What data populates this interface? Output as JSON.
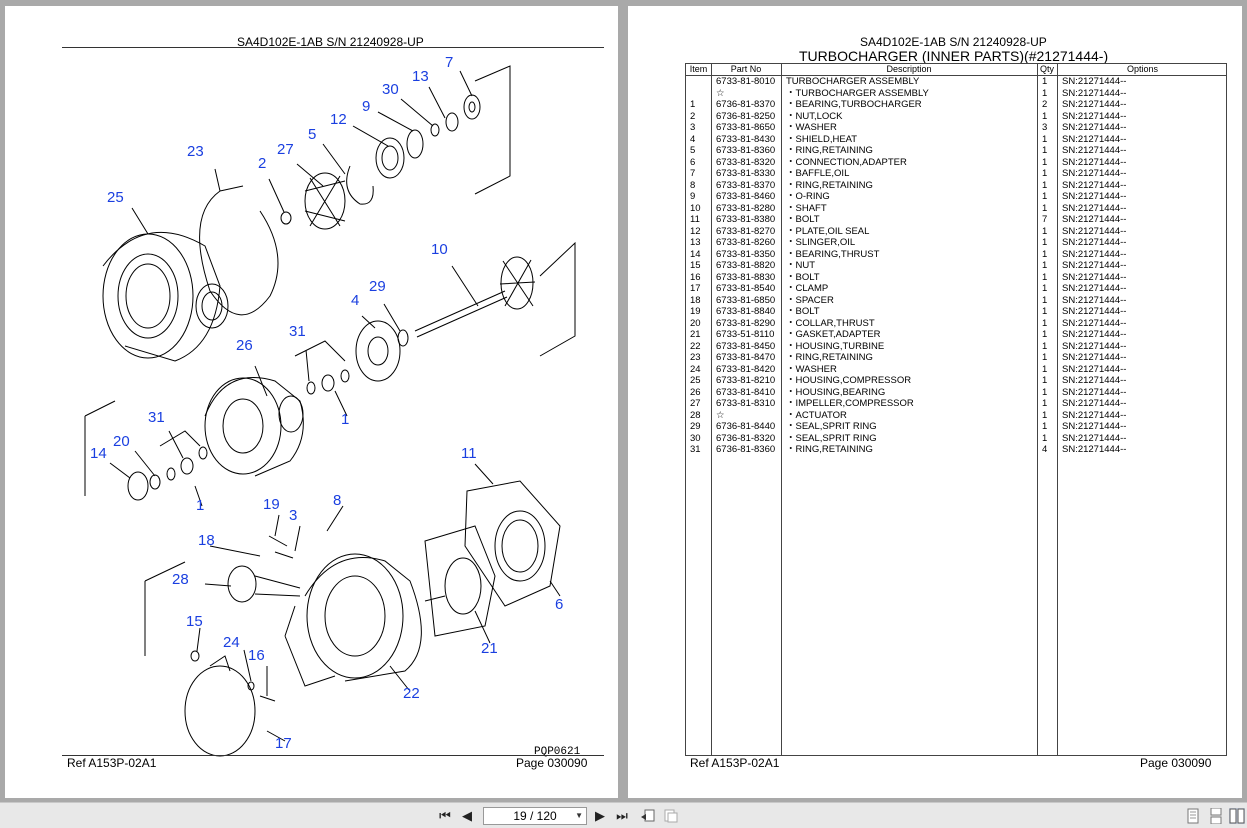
{
  "left_page": {
    "title": "SA4D102E-1AB S/N 21240928-UP",
    "diagram_code": "PQP0621",
    "ref": "Ref   A153P-02A1",
    "page": "Page   030090",
    "callouts": [
      "7",
      "13",
      "30",
      "9",
      "12",
      "5",
      "27",
      "2",
      "23",
      "25",
      "10",
      "29",
      "4",
      "31",
      "26",
      "1",
      "31",
      "20",
      "14",
      "1",
      "11",
      "8",
      "19",
      "3",
      "18",
      "28",
      "6",
      "21",
      "15",
      "24",
      "16",
      "22",
      "17"
    ]
  },
  "right_page": {
    "title": "SA4D102E-1AB S/N 21240928-UP",
    "subtitle": "TURBOCHARGER (INNER PARTS)(#21271444-)",
    "ref": "Ref   A153P-02A1",
    "page": "Page   030090",
    "columns": {
      "item": "Item",
      "part_no": "Part No",
      "description": "Description",
      "qty": "Qty",
      "options": "Options"
    },
    "rows": [
      {
        "item": "",
        "part_no": "6733-81-8010",
        "description": "TURBOCHARGER ASSEMBLY",
        "qty": "1",
        "options": "SN:21271444--"
      },
      {
        "item": "",
        "part_no": "☆",
        "description": "・TURBOCHARGER ASSEMBLY",
        "qty": "1",
        "options": "SN:21271444--"
      },
      {
        "item": "1",
        "part_no": "6736-81-8370",
        "description": "・BEARING,TURBOCHARGER",
        "qty": "2",
        "options": "SN:21271444--"
      },
      {
        "item": "2",
        "part_no": "6736-81-8250",
        "description": "・NUT,LOCK",
        "qty": "1",
        "options": "SN:21271444--"
      },
      {
        "item": "3",
        "part_no": "6733-81-8650",
        "description": "・WASHER",
        "qty": "3",
        "options": "SN:21271444--"
      },
      {
        "item": "4",
        "part_no": "6733-81-8430",
        "description": "・SHIELD,HEAT",
        "qty": "1",
        "options": "SN:21271444--"
      },
      {
        "item": "5",
        "part_no": "6733-81-8360",
        "description": "・RING,RETAINING",
        "qty": "1",
        "options": "SN:21271444--"
      },
      {
        "item": "6",
        "part_no": "6733-81-8320",
        "description": "・CONNECTION,ADAPTER",
        "qty": "1",
        "options": "SN:21271444--"
      },
      {
        "item": "7",
        "part_no": "6733-81-8330",
        "description": "・BAFFLE,OIL",
        "qty": "1",
        "options": "SN:21271444--"
      },
      {
        "item": "8",
        "part_no": "6733-81-8370",
        "description": "・RING,RETAINING",
        "qty": "1",
        "options": "SN:21271444--"
      },
      {
        "item": "9",
        "part_no": "6733-81-8460",
        "description": "・O-RING",
        "qty": "1",
        "options": "SN:21271444--"
      },
      {
        "item": "10",
        "part_no": "6733-81-8280",
        "description": "・SHAFT",
        "qty": "1",
        "options": "SN:21271444--"
      },
      {
        "item": "11",
        "part_no": "6733-81-8380",
        "description": "・BOLT",
        "qty": "7",
        "options": "SN:21271444--"
      },
      {
        "item": "12",
        "part_no": "6733-81-8270",
        "description": "・PLATE,OIL SEAL",
        "qty": "1",
        "options": "SN:21271444--"
      },
      {
        "item": "13",
        "part_no": "6733-81-8260",
        "description": "・SLINGER,OIL",
        "qty": "1",
        "options": "SN:21271444--"
      },
      {
        "item": "14",
        "part_no": "6733-81-8350",
        "description": "・BEARING,THRUST",
        "qty": "1",
        "options": "SN:21271444--"
      },
      {
        "item": "15",
        "part_no": "6733-81-8820",
        "description": "・NUT",
        "qty": "1",
        "options": "SN:21271444--"
      },
      {
        "item": "16",
        "part_no": "6733-81-8830",
        "description": "・BOLT",
        "qty": "1",
        "options": "SN:21271444--"
      },
      {
        "item": "17",
        "part_no": "6733-81-8540",
        "description": "・CLAMP",
        "qty": "1",
        "options": "SN:21271444--"
      },
      {
        "item": "18",
        "part_no": "6733-81-6850",
        "description": "・SPACER",
        "qty": "1",
        "options": "SN:21271444--"
      },
      {
        "item": "19",
        "part_no": "6733-81-8840",
        "description": "・BOLT",
        "qty": "1",
        "options": "SN:21271444--"
      },
      {
        "item": "20",
        "part_no": "6733-81-8290",
        "description": "・COLLAR,THRUST",
        "qty": "1",
        "options": "SN:21271444--"
      },
      {
        "item": "21",
        "part_no": "6733-51-8110",
        "description": "・GASKET,ADAPTER",
        "qty": "1",
        "options": "SN:21271444--"
      },
      {
        "item": "22",
        "part_no": "6733-81-8450",
        "description": "・HOUSING,TURBINE",
        "qty": "1",
        "options": "SN:21271444--"
      },
      {
        "item": "23",
        "part_no": "6733-81-8470",
        "description": "・RING,RETAINING",
        "qty": "1",
        "options": "SN:21271444--"
      },
      {
        "item": "24",
        "part_no": "6733-81-8420",
        "description": "・WASHER",
        "qty": "1",
        "options": "SN:21271444--"
      },
      {
        "item": "25",
        "part_no": "6733-81-8210",
        "description": "・HOUSING,COMPRESSOR",
        "qty": "1",
        "options": "SN:21271444--"
      },
      {
        "item": "26",
        "part_no": "6733-81-8410",
        "description": "・HOUSING,BEARING",
        "qty": "1",
        "options": "SN:21271444--"
      },
      {
        "item": "27",
        "part_no": "6733-81-8310",
        "description": "・IMPELLER,COMPRESSOR",
        "qty": "1",
        "options": "SN:21271444--"
      },
      {
        "item": "28",
        "part_no": "☆",
        "description": "・ACTUATOR",
        "qty": "1",
        "options": "SN:21271444--"
      },
      {
        "item": "29",
        "part_no": "6736-81-8440",
        "description": "・SEAL,SPRIT RING",
        "qty": "1",
        "options": "SN:21271444--"
      },
      {
        "item": "30",
        "part_no": "6736-81-8320",
        "description": "・SEAL,SPRIT RING",
        "qty": "1",
        "options": "SN:21271444--"
      },
      {
        "item": "31",
        "part_no": "6736-81-8360",
        "description": "・RING,RETAINING",
        "qty": "4",
        "options": "SN:21271444--"
      }
    ]
  },
  "toolbar": {
    "first_label": "⏮",
    "prev_label": "◀",
    "page_field": "19 / 120",
    "next_label": "▶",
    "last_label": "⏭",
    "back_icon": "back-view-icon",
    "forward_icon": "forward-view-icon",
    "single_page_icon": "single-page-icon",
    "continuous_icon": "continuous-page-icon",
    "two_page_icon": "two-page-icon"
  }
}
